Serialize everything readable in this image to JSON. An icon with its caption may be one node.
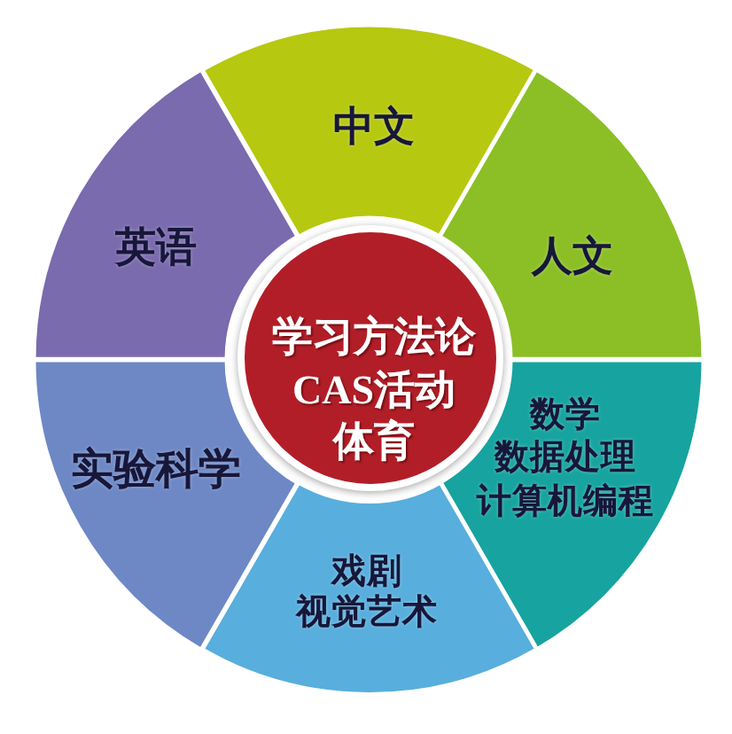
{
  "diagram": {
    "nodes": [
      {
        "text": [
          "学习方法论",
          "CAS活动",
          "体育"
        ]
      },
      {
        "text": [
          "中文"
        ]
      },
      {
        "text": [
          "人文"
        ]
      },
      {
        "text": [
          "数学",
          "数据处理",
          "计算机编程"
        ]
      },
      {
        "text": [
          "戏剧",
          "视觉艺术"
        ]
      },
      {
        "text": [
          "实验科学"
        ]
      },
      {
        "text": [
          "英语"
        ]
      }
    ]
  }
}
